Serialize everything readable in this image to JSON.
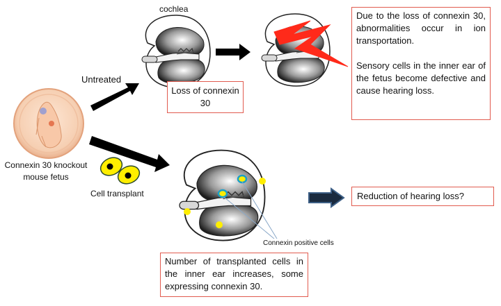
{
  "labels": {
    "cochlea": "cochlea",
    "untreated": "Untreated",
    "fetus": "Connexin 30 knockout mouse fetus",
    "cell_transplant": "Cell transplant",
    "connexin_positive": "Connexin positive cells"
  },
  "boxes": {
    "loss": "Loss of connexin 30",
    "ion_problem": "Due to the loss of connexin 30, abnormalities occur in ion transportation.",
    "sensory_defect": "Sensory cells in the inner ear of the fetus become defective and cause hearing loss.",
    "reduction": "Reduction of hearing loss?",
    "transplanted": "Number of transplanted cells in the inner ear increases, some expressing connexin 30."
  },
  "colors": {
    "box_border": "#e15a4e",
    "bolt": "#ff2a1a",
    "transplant_cell": "#ffee00",
    "cell_outline": "#1aa0c8",
    "arrow": "#000000",
    "blue_arrow_outline": "#3d5f86",
    "blue_arrow_fill": "#1a2a3e"
  }
}
